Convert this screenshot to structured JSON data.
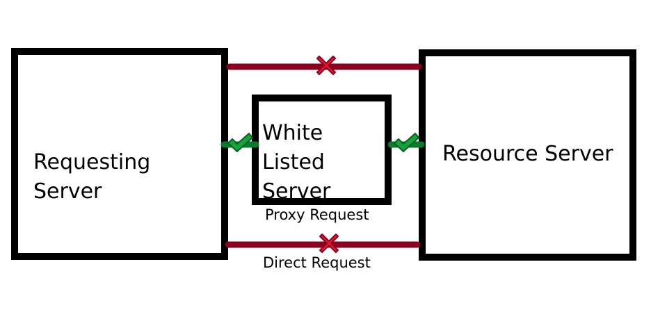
{
  "diagram": {
    "requesting_server": {
      "label": "Requesting\nServer"
    },
    "whitelisted_server": {
      "label": "White Listed\nServer"
    },
    "resource_server": {
      "label": "Resource Server"
    },
    "proxy_request": {
      "caption": "Proxy Request",
      "status_icon": "check-icon"
    },
    "direct_request": {
      "caption": "Direct Request",
      "status_icon": "cross-icon"
    },
    "top_link": {
      "status_icon": "cross-icon"
    }
  },
  "colors": {
    "box_border": "#000000",
    "blocked_line": "#8b0020",
    "cross_fill": "#e8192c",
    "check_fill": "#16a33a"
  }
}
